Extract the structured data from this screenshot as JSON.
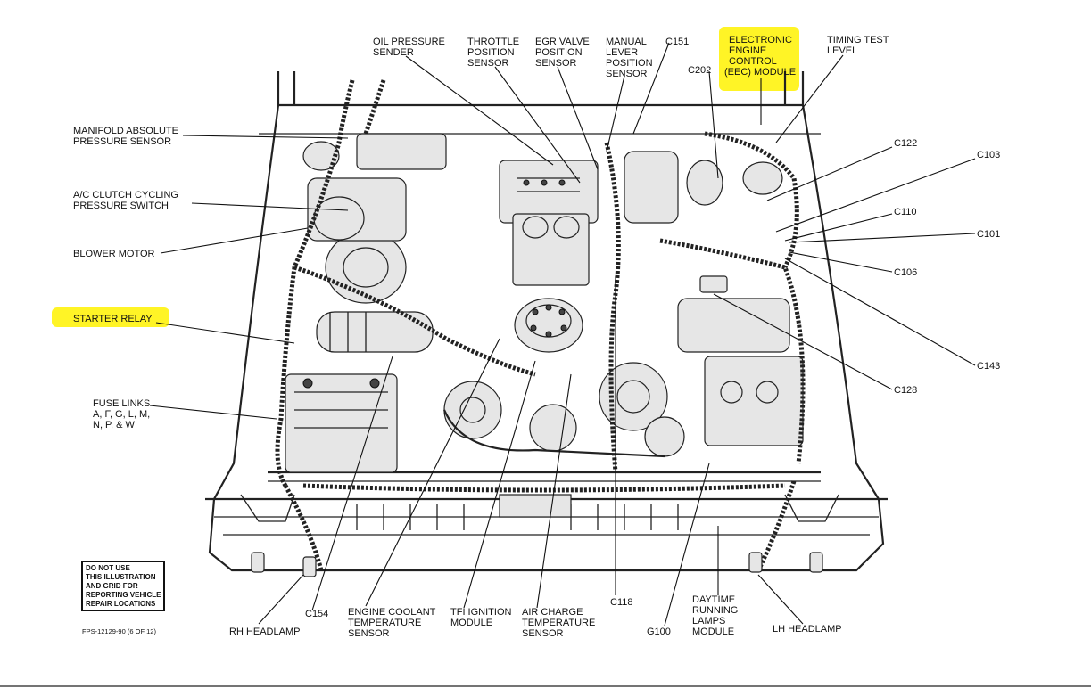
{
  "labels": {
    "oil_pressure_sender": [
      "OIL PRESSURE",
      "SENDER"
    ],
    "throttle_position_sensor": [
      "THROTTLE",
      "POSITION",
      "SENSOR"
    ],
    "egr_valve_position_sensor": [
      "EGR VALVE",
      "POSITION",
      "SENSOR"
    ],
    "manual_lever_position_sensor": [
      "MANUAL",
      "LEVER",
      "POSITION",
      "SENSOR"
    ],
    "c151": "C151",
    "c202": "C202",
    "eec_module": [
      "ELECTRONIC",
      "ENGINE",
      "CONTROL",
      "(EEC) MODULE"
    ],
    "timing_test_level": [
      "TIMING TEST",
      "LEVEL"
    ],
    "manifold_absolute_pressure_sensor": [
      "MANIFOLD ABSOLUTE",
      "PRESSURE SENSOR"
    ],
    "ac_clutch_cycling_pressure_switch": [
      "A/C CLUTCH CYCLING",
      "PRESSURE SWITCH"
    ],
    "blower_motor": "BLOWER MOTOR",
    "starter_relay": "STARTER RELAY",
    "fuse_links": [
      "FUSE LINKS",
      "A, F, G, L, M,",
      "N, P, & W"
    ],
    "c122": "C122",
    "c103": "C103",
    "c110": "C110",
    "c101": "C101",
    "c106": "C106",
    "c143": "C143",
    "c128": "C128",
    "c154": "C154",
    "engine_coolant_temperature_sensor": [
      "ENGINE COOLANT",
      "TEMPERATURE",
      "SENSOR"
    ],
    "tfi_ignition_module": [
      "TFI IGNITION",
      "MODULE"
    ],
    "air_charge_temperature_sensor": [
      "AIR CHARGE",
      "TEMPERATURE",
      "SENSOR"
    ],
    "c118": "C118",
    "g100": "G100",
    "daytime_running_lamps_module": [
      "DAYTIME",
      "RUNNING",
      "LAMPS",
      "MODULE"
    ],
    "rh_headlamp": "RH HEADLAMP",
    "lh_headlamp": "LH HEADLAMP"
  },
  "notice": [
    "DO NOT USE",
    "THIS ILLUSTRATION",
    "AND GRID FOR",
    "REPORTING VEHICLE",
    "REPAIR LOCATIONS"
  ],
  "footer": "FPS-12129-90 (6 OF 12)",
  "colors": {
    "highlight": "#fff200",
    "ink": "#111111",
    "background": "#ffffff"
  }
}
